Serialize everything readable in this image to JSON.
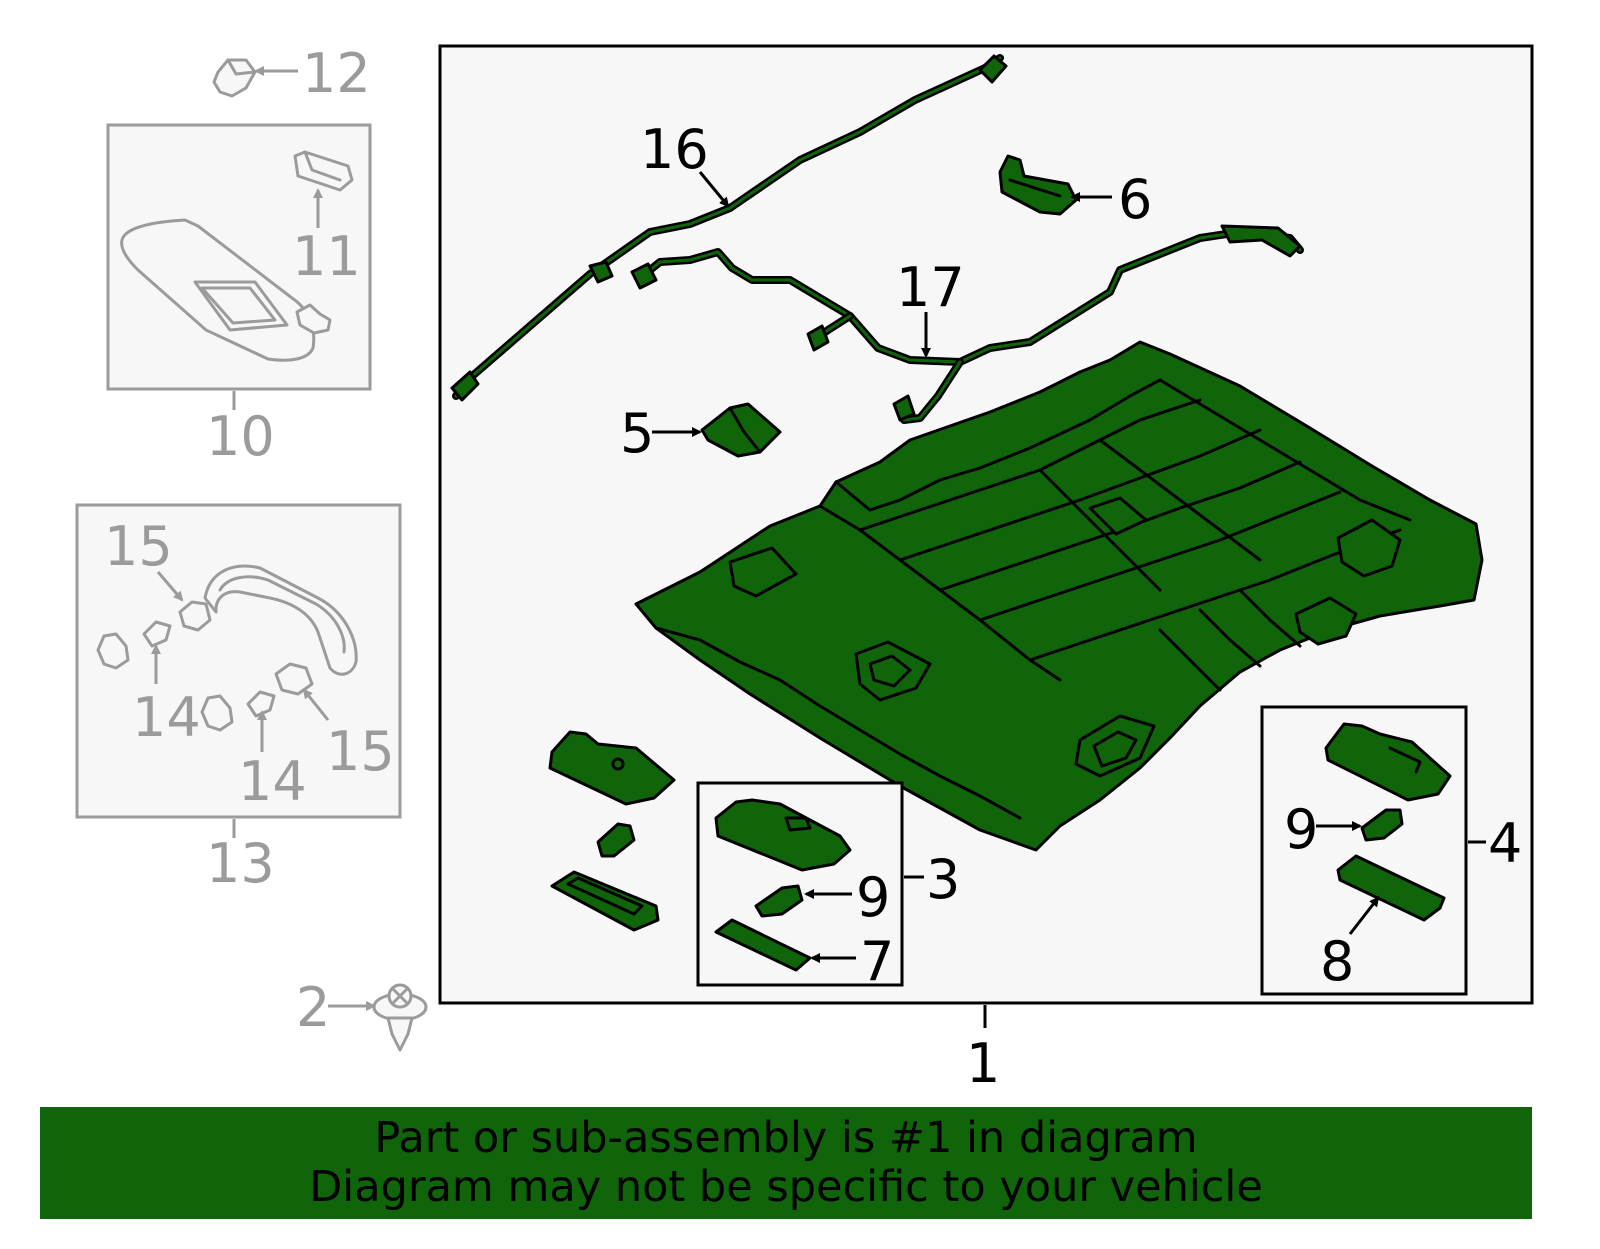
{
  "colors": {
    "highlight": "#10640a",
    "inactive": "#9b9b9b",
    "background": "#f7f7f7"
  },
  "callouts": {
    "c1": "1",
    "c2": "2",
    "c3": "3",
    "c4": "4",
    "c5": "5",
    "c6": "6",
    "c7": "7",
    "c8": "8",
    "c9a": "9",
    "c9b": "9",
    "c10": "10",
    "c11": "11",
    "c12": "12",
    "c13": "13",
    "c14a": "14",
    "c14b": "14",
    "c15a": "15",
    "c15b": "15",
    "c16": "16",
    "c17": "17"
  },
  "banner": {
    "line1": "Part or sub-assembly is #1 in diagram",
    "line2": "Diagram may not be specific to your vehicle"
  }
}
